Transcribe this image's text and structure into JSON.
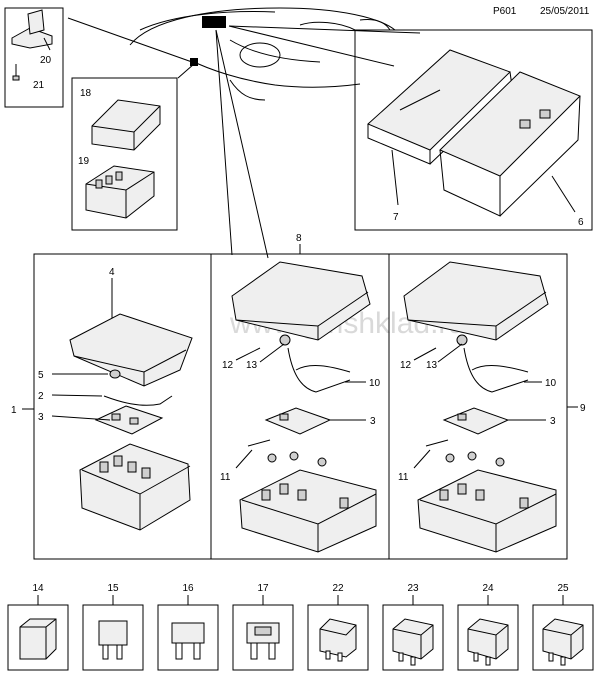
{
  "header": {
    "code": "P601",
    "date": "25/05/2011"
  },
  "watermark": "www.gmshklad.ru",
  "callouts": {
    "c1": "1",
    "c2": "2",
    "c3a": "3",
    "c3b": "3",
    "c3c": "3",
    "c4": "4",
    "c5": "5",
    "c6": "6",
    "c7": "7",
    "c8": "8",
    "c9": "9",
    "c10a": "10",
    "c10b": "10",
    "c11a": "11",
    "c11b": "11",
    "c12a": "12",
    "c12b": "12",
    "c13a": "13",
    "c13b": "13",
    "c18": "18",
    "c19": "19",
    "c20": "20",
    "c21": "21"
  },
  "fuses": [
    {
      "num": "14",
      "kind": "fuse-holder"
    },
    {
      "num": "15",
      "kind": "mini-fuse"
    },
    {
      "num": "16",
      "kind": "blade-fuse"
    },
    {
      "num": "17",
      "kind": "blade-fuse-window"
    },
    {
      "num": "22",
      "kind": "micro-relay"
    },
    {
      "num": "23",
      "kind": "relay"
    },
    {
      "num": "24",
      "kind": "relay"
    },
    {
      "num": "25",
      "kind": "relay"
    }
  ]
}
